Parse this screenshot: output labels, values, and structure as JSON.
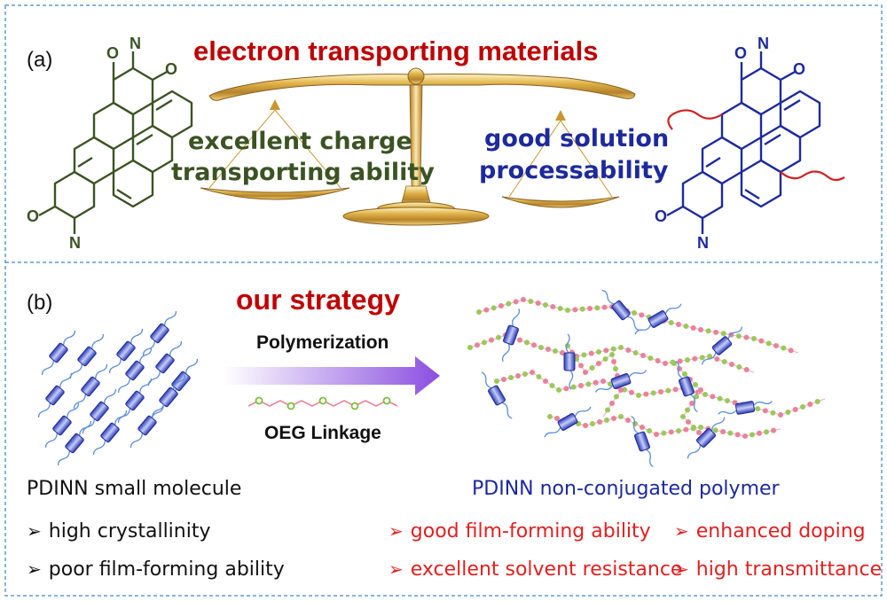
{
  "panel_a": {
    "label": "(a)",
    "title": "electron transporting materials",
    "left_text": [
      "excellent charge",
      "transporting ability"
    ],
    "right_text": [
      "good solution",
      "processability"
    ],
    "molecule_atoms": {
      "nitrogen": "N",
      "oxygen": "O"
    }
  },
  "panel_b": {
    "label": "(b)",
    "title": "our strategy",
    "arrow_top": "Polymerization",
    "arrow_bottom": "OEG Linkage",
    "left_caption": "PDINN small molecule",
    "left_points": [
      "high crystallinity",
      "poor film-forming ability"
    ],
    "right_caption": "PDINN non-conjugated polymer",
    "right_points": [
      "good film-forming ability",
      "enhanced doping",
      "excellent solvent resistance",
      "high transmittance"
    ],
    "bullet_glyph": "➢"
  },
  "colors": {
    "green": "#3b5323",
    "blue": "#1c2a9c",
    "red_title": "#c00000",
    "red_points": "#e02020",
    "chain_pink": "#e8829a",
    "chain_green": "#9bc85a",
    "border": "#5b9bd5"
  }
}
